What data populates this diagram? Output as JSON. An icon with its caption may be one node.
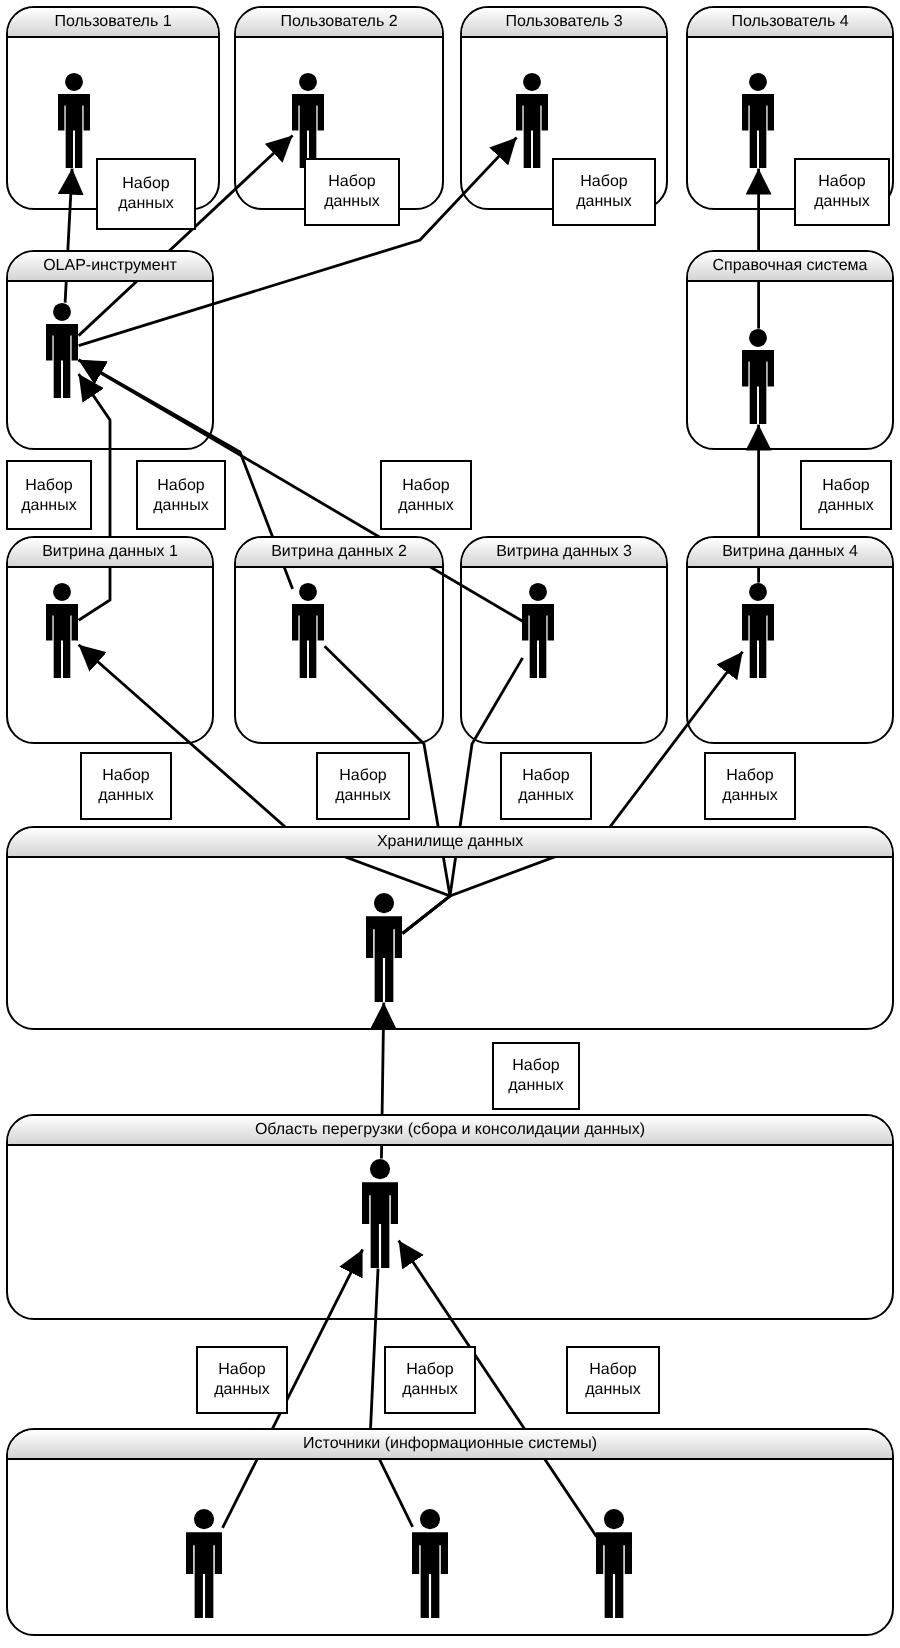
{
  "diagram": {
    "nodes": [
      {
        "text": [
          "Пользователь 1"
        ]
      },
      {
        "text": [
          "Пользователь 2"
        ]
      },
      {
        "text": [
          "Пользователь 3"
        ]
      },
      {
        "text": [
          "Пользователь 4"
        ]
      },
      {
        "text": [
          "OLAP-инструмент"
        ]
      },
      {
        "text": [
          "Справочная система"
        ]
      },
      {
        "text": [
          "Витрина данных 1"
        ]
      },
      {
        "text": [
          "Витрина данных 2"
        ]
      },
      {
        "text": [
          "Витрина данных 3"
        ]
      },
      {
        "text": [
          "Витрина данных 4"
        ]
      },
      {
        "text": [
          "Хранилище данных"
        ]
      },
      {
        "text": [
          "Область перегрузки (сбора и консолидации данных)"
        ]
      },
      {
        "text": [
          "Источники (информационные системы)"
        ]
      },
      {
        "text": [],
        "shape": "person",
        "in": 0
      },
      {
        "text": [],
        "shape": "person",
        "in": 1
      },
      {
        "text": [],
        "shape": "person",
        "in": 2
      },
      {
        "text": [],
        "shape": "person",
        "in": 3
      },
      {
        "text": [],
        "shape": "person",
        "in": 4
      },
      {
        "text": [],
        "shape": "person",
        "in": 5
      },
      {
        "text": [],
        "shape": "person",
        "in": 6
      },
      {
        "text": [],
        "shape": "person",
        "in": 7
      },
      {
        "text": [],
        "shape": "person",
        "in": 8
      },
      {
        "text": [],
        "shape": "person",
        "in": 9
      },
      {
        "text": [],
        "shape": "person",
        "in": 10
      },
      {
        "text": [],
        "shape": "person",
        "in": 11
      },
      {
        "text": [],
        "shape": "person",
        "in": 12
      },
      {
        "text": [],
        "shape": "person",
        "in": 12
      },
      {
        "text": [],
        "shape": "person",
        "in": 12
      },
      {
        "text": [
          "Набор данных"
        ]
      },
      {
        "text": [
          "Набор данных"
        ]
      },
      {
        "text": [
          "Набор данных"
        ]
      },
      {
        "text": [
          "Набор данных"
        ]
      },
      {
        "text": [
          "Набор данных"
        ]
      },
      {
        "text": [
          "Набор данных"
        ]
      },
      {
        "text": [
          "Набор данных"
        ]
      },
      {
        "text": [
          "Набор данных"
        ]
      },
      {
        "text": [
          "Набор данных"
        ]
      },
      {
        "text": [
          "Набор данных"
        ]
      },
      {
        "text": [
          "Набор данных"
        ]
      },
      {
        "text": [
          "Набор данных"
        ]
      },
      {
        "text": [
          "Набор данных"
        ]
      },
      {
        "text": [
          "Набор данных"
        ]
      },
      {
        "text": [
          "Набор данных"
        ]
      },
      {
        "text": [
          "Набор данных"
        ]
      }
    ],
    "edges": [
      {
        "from": 17,
        "to": 13,
        "arrow": "to"
      },
      {
        "from": 17,
        "to": 14,
        "arrow": "to"
      },
      {
        "from": 17,
        "to": 15,
        "arrow": "to"
      },
      {
        "from": 18,
        "to": 16,
        "arrow": "to"
      },
      {
        "from": 19,
        "to": 17,
        "arrow": "to"
      },
      {
        "from": 20,
        "to": 17,
        "arrow": "to"
      },
      {
        "from": 21,
        "to": 17,
        "arrow": "to"
      },
      {
        "from": 22,
        "to": 18,
        "arrow": "to"
      },
      {
        "from": 23,
        "to": 19,
        "arrow": "to"
      },
      {
        "from": 23,
        "to": 20,
        "arrow": "none"
      },
      {
        "from": 23,
        "to": 21,
        "arrow": "none"
      },
      {
        "from": 23,
        "to": 22,
        "arrow": "to"
      },
      {
        "from": 24,
        "to": 23,
        "arrow": "to"
      },
      {
        "from": 25,
        "to": 24,
        "arrow": "to"
      },
      {
        "from": 26,
        "to": 24,
        "arrow": "none"
      },
      {
        "from": 27,
        "to": 24,
        "arrow": "to"
      }
    ]
  }
}
